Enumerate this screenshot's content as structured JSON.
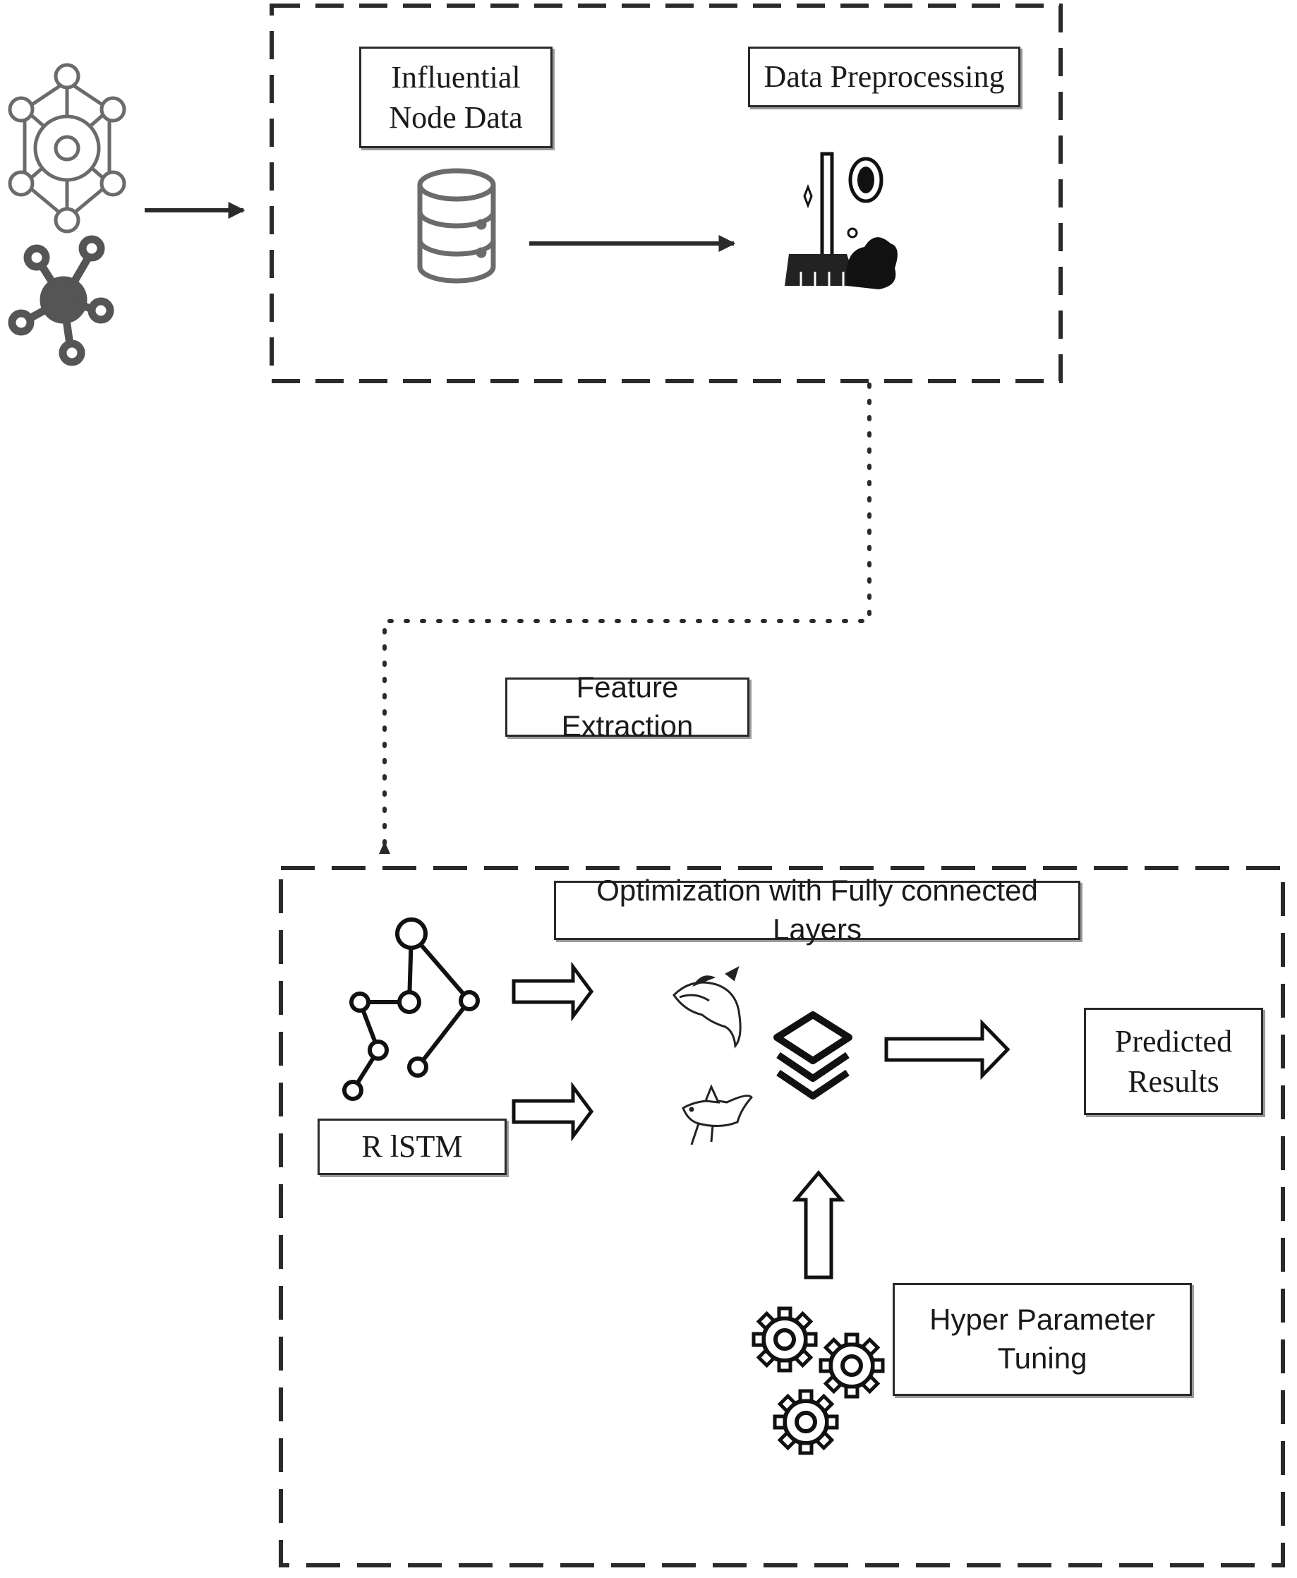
{
  "stage1": {
    "influential_node_data": "Influential\nNode Data",
    "data_preprocessing": "Data Preprocessing"
  },
  "feature_extraction": "Feature Extraction",
  "stage2": {
    "optimization": "Optimization with Fully connected Layers",
    "rlstm": "R lSTM",
    "predicted_results": "Predicted\nResults",
    "hyper_parameter_tuning": "Hyper Parameter\nTuning"
  },
  "colors": {
    "line": "#2a2a2a",
    "icon_gray": "#6b6b6b",
    "icon_dark": "#111111"
  },
  "icons": [
    "network-hexagon-icon",
    "molecule-network-icon",
    "database-icon",
    "broom-cleaning-icon",
    "graph-network-icon",
    "whale-icon",
    "shark-icon",
    "layers-stack-icon",
    "gear-icon"
  ]
}
